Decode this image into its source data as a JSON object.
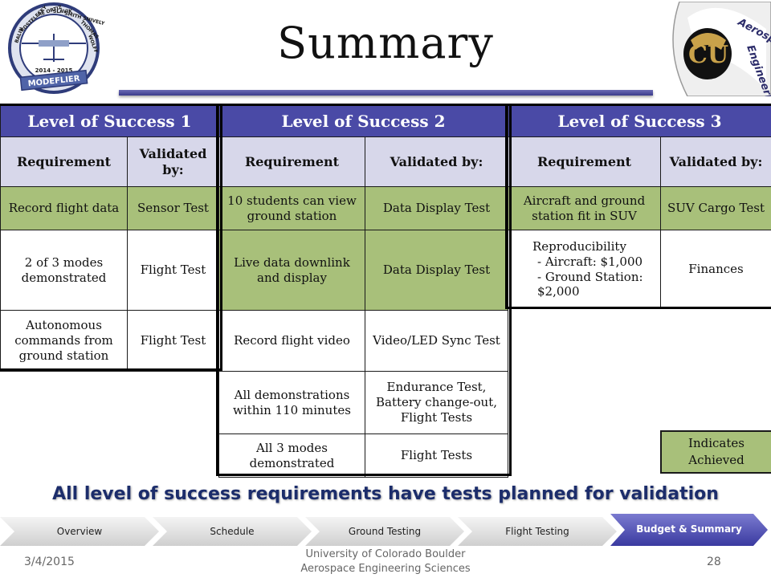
{
  "slide": {
    "title": "Summary",
    "left_logo_text": [
      "BALIN",
      "KOSTELECKY",
      "RE",
      "ORTIZ",
      "SLAVIK",
      "SMITH",
      "SNIVELY",
      "THOMAS",
      "WOLFF",
      "2014 - 2015",
      "MODEFLIER"
    ],
    "right_logo_text": [
      "Aerospace",
      "Engineering"
    ],
    "banner": "All level of success requirements have tests planned for validation",
    "legend": {
      "line1": "Indicates",
      "line2": "Achieved"
    },
    "colors": {
      "header": "#4a4aa6",
      "subheader": "#d7d7ea",
      "achieved": "#a8c07a",
      "banner_text": "#1c2d6b"
    }
  },
  "levels": [
    {
      "title": "Level of Success 1",
      "col_requirement": "Requirement",
      "col_validated": "Validated by:",
      "rows": [
        {
          "requirement": "Record flight data",
          "validated": "Sensor Test",
          "achieved": true
        },
        {
          "requirement": "2 of 3 modes demonstrated",
          "validated": "Flight Test",
          "achieved": false
        },
        {
          "requirement": "Autonomous commands from ground station",
          "validated": "Flight Test",
          "achieved": false
        }
      ]
    },
    {
      "title": "Level of Success 2",
      "col_requirement": "Requirement",
      "col_validated": "Validated by:",
      "rows": [
        {
          "requirement": "10 students can view ground station",
          "validated": "Data Display Test",
          "achieved": true
        },
        {
          "requirement": "Live data downlink and display",
          "validated": "Data Display Test",
          "achieved": true
        },
        {
          "requirement": "Record flight video",
          "validated": "Video/LED Sync Test",
          "achieved": false
        },
        {
          "requirement": "All demonstrations within 110 minutes",
          "validated": "Endurance Test, Battery change-out, Flight Tests",
          "achieved": false
        },
        {
          "requirement": "All 3 modes demonstrated",
          "validated": "Flight Tests",
          "achieved": false
        }
      ]
    },
    {
      "title": "Level of Success 3",
      "col_requirement": "Requirement",
      "col_validated": "Validated by:",
      "rows": [
        {
          "requirement": "Aircraft and ground station fit in SUV",
          "validated": "SUV Cargo Test",
          "achieved": true
        },
        {
          "requirement_lines": [
            "Reproducibility",
            "- Aircraft: $1,000",
            "- Ground Station: $2,000"
          ],
          "validated": "Finances",
          "achieved": false
        }
      ]
    }
  ],
  "nav": {
    "items": [
      "Overview",
      "Schedule",
      "Ground Testing",
      "Flight Testing",
      "Budget & Summary"
    ],
    "active_index": 4
  },
  "footer": {
    "date": "3/4/2015",
    "org_line1": "University of Colorado Boulder",
    "org_line2": "Aerospace Engineering Sciences",
    "page": "28"
  }
}
